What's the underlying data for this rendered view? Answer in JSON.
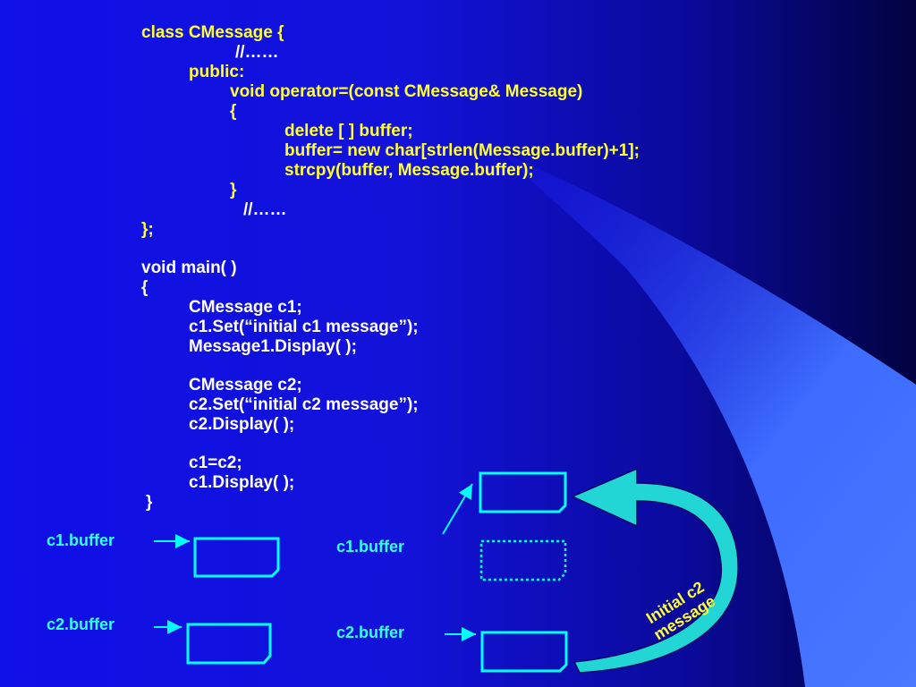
{
  "code": {
    "class_lines": [
      "class CMessage {",
      "//……",
      "public:",
      "void operator=(const CMessage& Message)",
      "{",
      "delete [ ] buffer;",
      "buffer= new char[strlen(Message.buffer)+1];",
      "strcpy(buffer, Message.buffer);",
      "}",
      "//……",
      "};"
    ],
    "main_lines": [
      "void main( )",
      "{",
      "CMessage c1;",
      "c1.Set(“initial c1 message”);",
      "Message1.Display( );",
      "CMessage c2;",
      "c2.Set(“initial c2 message”);",
      "c2.Display( );",
      "c1=c2;",
      "c1.Display( );",
      "}"
    ]
  },
  "diagram": {
    "left_c1_label": "c1.buffer",
    "left_c2_label": "c2.buffer",
    "right_c1_label": "c1.buffer",
    "right_c2_label": "c2.buffer",
    "arc_text_line1": "Initial c2",
    "arc_text_line2": "message"
  },
  "colors": {
    "code_text": "#ffff33",
    "label_text": "#33ffff",
    "box_stroke": "#00ffff",
    "arc_fill": "#22d6d6"
  }
}
